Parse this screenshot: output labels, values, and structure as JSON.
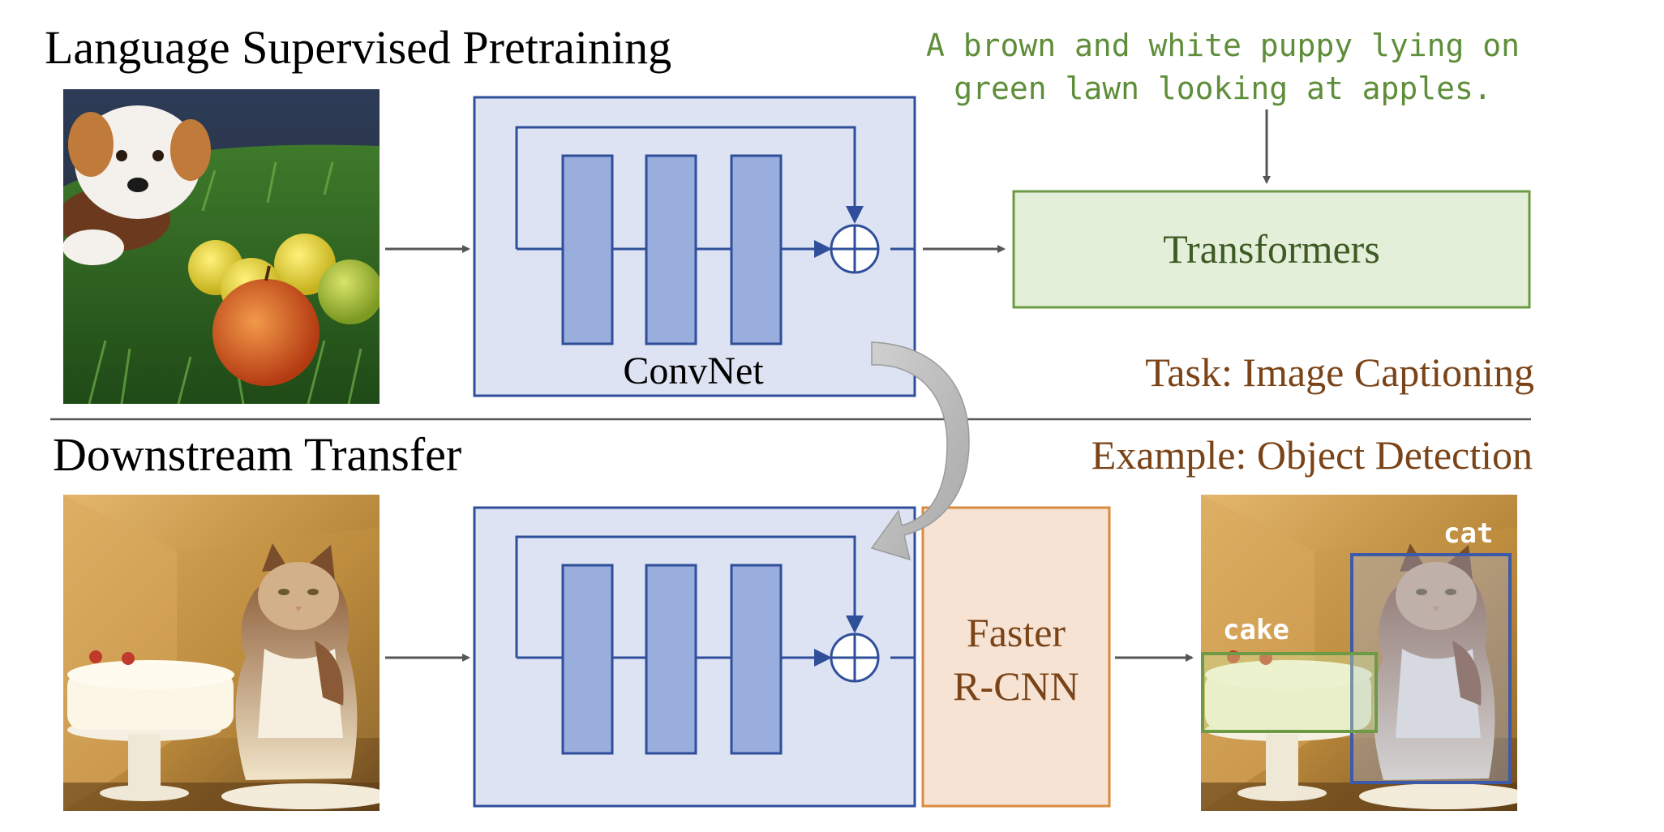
{
  "top": {
    "title": "Language Supervised Pretraining",
    "caption_line1": "A brown and white puppy lying on",
    "caption_line2": "green lawn looking at apples.",
    "head_label": "Transformers",
    "task_label": "Task: Image Captioning",
    "backbone_label": "ConvNet"
  },
  "bottom": {
    "title": "Downstream Transfer",
    "example_label": "Example: Object Detection",
    "detector_line1": "Faster",
    "detector_line2": "R-CNN",
    "box_labels": [
      "cake",
      "cat"
    ]
  },
  "colors": {
    "backbone_fill": "#dde3f3",
    "backbone_stroke": "#2f4f9a",
    "layer_fill": "#9aaedd",
    "transformer_fill": "#e4efd9",
    "transformer_stroke": "#6e9a45",
    "transformer_text": "#3e5a25",
    "caption_text": "#5f8e3a",
    "task_text": "#7a4418",
    "detector_fill": "#f6e3d4",
    "detector_stroke": "#d98b3d",
    "detector_text": "#7a4418",
    "cat_box": "#3d5aa8",
    "cake_box": "#6e9a45",
    "arrow": "#555555"
  }
}
